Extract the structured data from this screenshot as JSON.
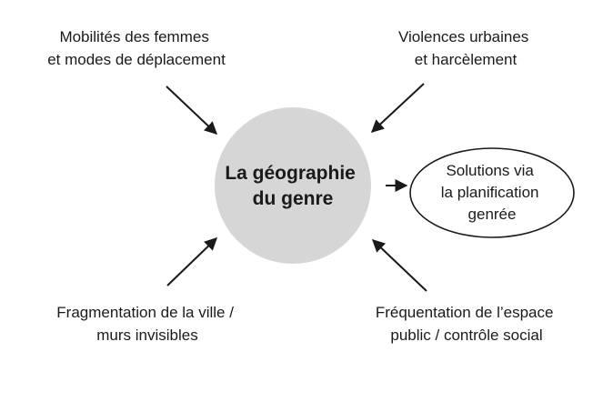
{
  "diagram": {
    "center": {
      "line1": "La géographie",
      "line2": "du genre"
    },
    "top_left": {
      "line1": "Mobilités des femmes",
      "line2": "et modes de déplacement"
    },
    "top_right": {
      "line1": "Violences urbaines",
      "line2": "et harcèlement"
    },
    "bottom_left": {
      "line1": "Fragmentation de la ville /",
      "line2": "murs invisibles"
    },
    "bottom_right": {
      "line1": "Fréquentation de l’espace",
      "line2": "public / contrôle social"
    },
    "solution": {
      "line1": "Solutions via",
      "line2": "la planification",
      "line3": "genrée"
    }
  },
  "colors": {
    "circle_fill": "#d6d6d6",
    "ink": "#1a1a1a"
  }
}
